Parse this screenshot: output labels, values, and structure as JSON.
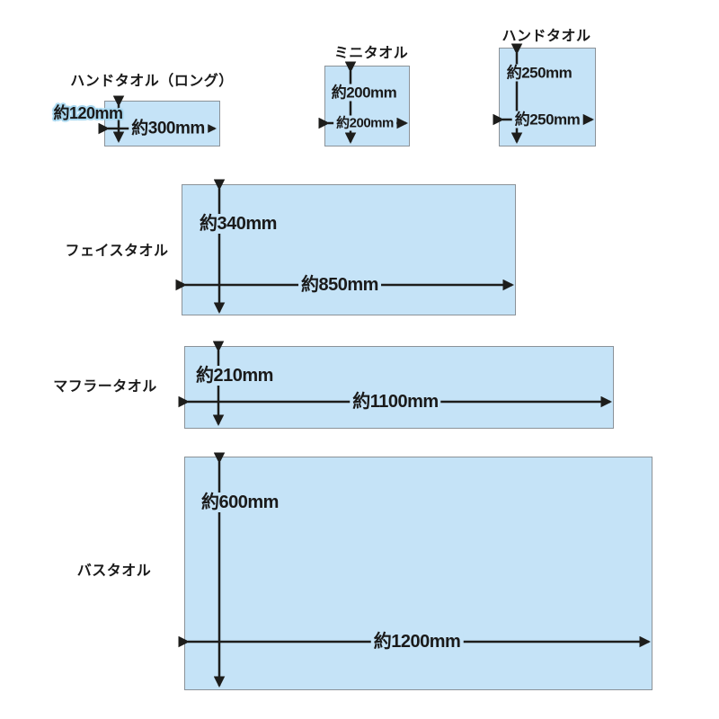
{
  "diagram": {
    "description": "towel size comparison diagram",
    "unit_prefix": "約",
    "unit_suffix": "mm"
  },
  "colors": {
    "background": "#ffffff",
    "towel_fill": "#c5e3f7",
    "towel_border": "#8b9298",
    "arrow": "#1d1d1b",
    "text": "#1a1a1a",
    "label_halo": "#a9d8f0"
  },
  "towels": [
    {
      "id": "hand-towel-long",
      "label": "ハンドタオル（ロング）",
      "height_label": "約120mm",
      "width_label": "約300mm"
    },
    {
      "id": "mini-towel",
      "label": "ミニタオル",
      "height_label": "約200mm",
      "width_label": "約200mm"
    },
    {
      "id": "hand-towel",
      "label": "ハンドタオル",
      "height_label": "約250mm",
      "width_label": "約250mm"
    },
    {
      "id": "face-towel",
      "label": "フェイスタオル",
      "height_label": "約340mm",
      "width_label": "約850mm"
    },
    {
      "id": "muffler-towel",
      "label": "マフラータオル",
      "height_label": "約210mm",
      "width_label": "約1100mm"
    },
    {
      "id": "bath-towel",
      "label": "バスタオル",
      "height_label": "約600mm",
      "width_label": "約1200mm"
    }
  ]
}
